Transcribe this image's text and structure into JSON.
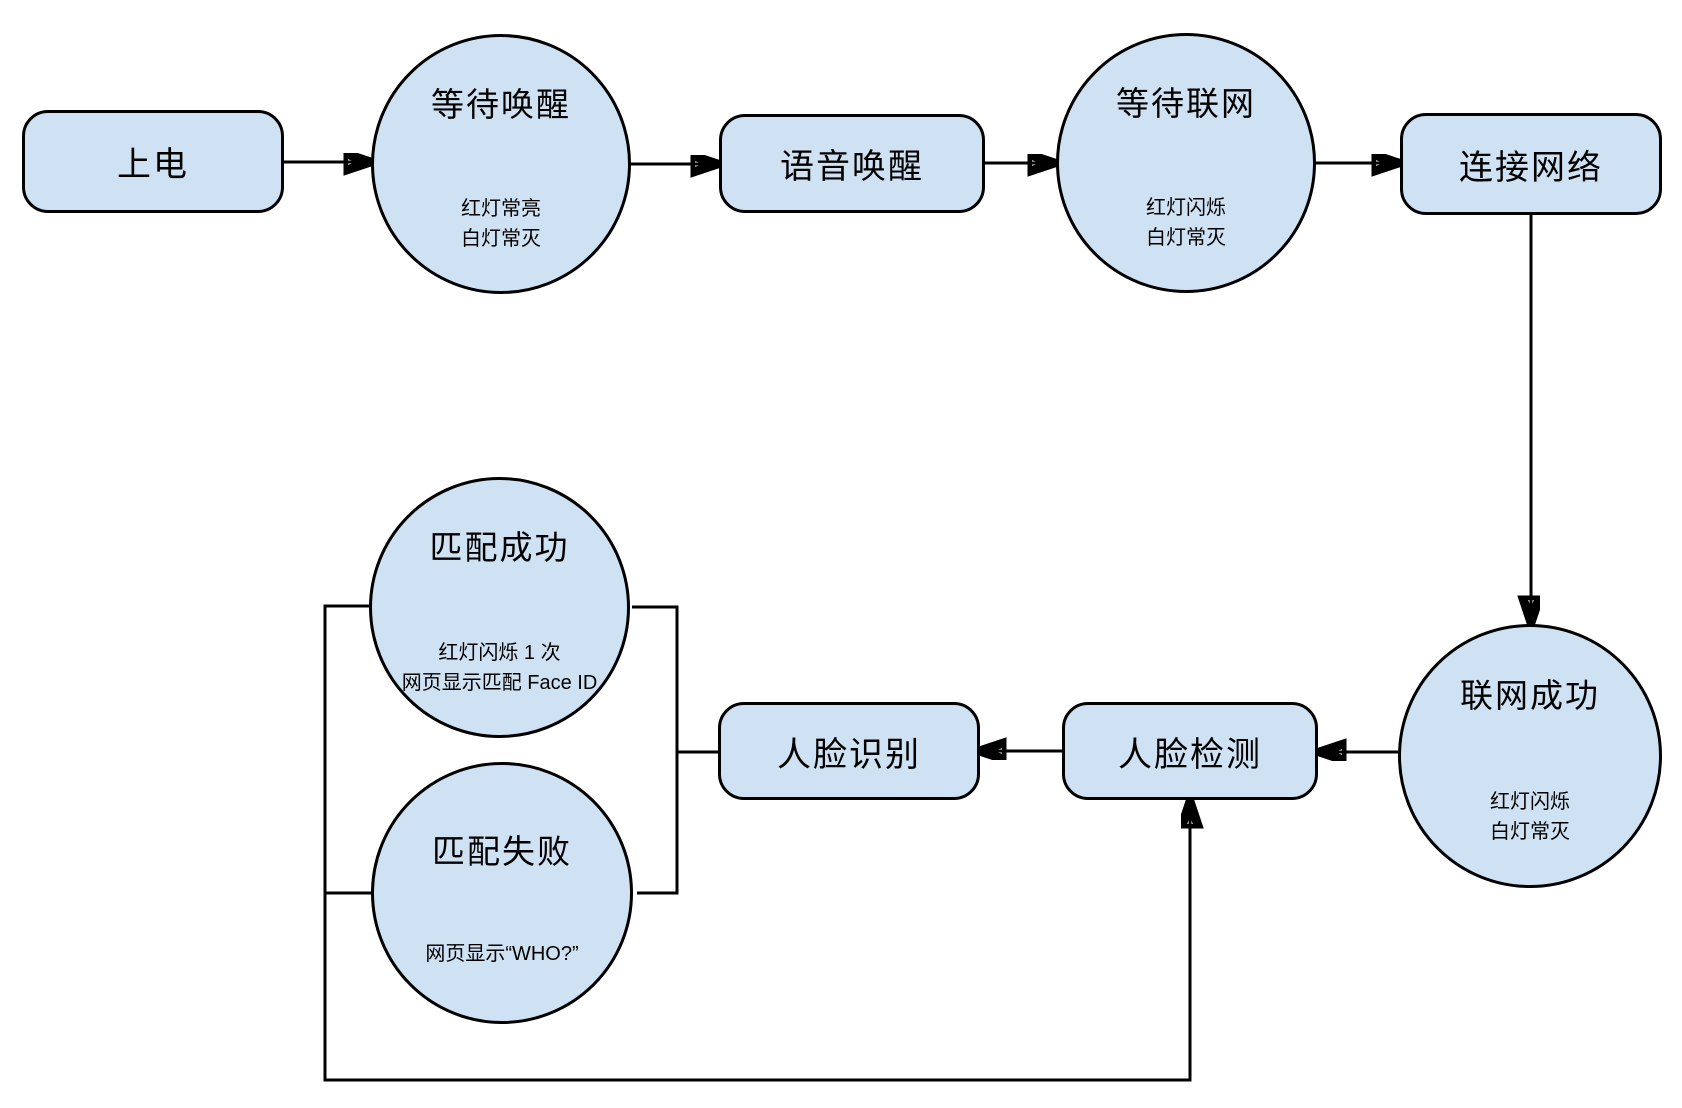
{
  "diagram": {
    "background_color": "#ffffff",
    "node_fill_color": "#cfe2f3",
    "node_stroke_color": "#000000",
    "nodes": {
      "power": {
        "label": "上电"
      },
      "wait_wake": {
        "title": "等待唤醒",
        "note_line1": "红灯常亮",
        "note_line2": "白灯常灭"
      },
      "voice_wake": {
        "label": "语音唤醒"
      },
      "wait_net": {
        "title": "等待联网",
        "note_line1": "红灯闪烁",
        "note_line2": "白灯常灭"
      },
      "connect_net": {
        "label": "连接网络"
      },
      "net_ok": {
        "title": "联网成功",
        "note_line1": "红灯闪烁",
        "note_line2": "白灯常灭"
      },
      "face_detect": {
        "label": "人脸检测"
      },
      "face_recog": {
        "label": "人脸识别"
      },
      "match_ok": {
        "title": "匹配成功",
        "note_line1": "红灯闪烁 1 次",
        "note_line2": "网页显示匹配 Face ID"
      },
      "match_fail": {
        "title": "匹配失败",
        "note_line1": "网页显示“WHO?”"
      }
    },
    "edges": [
      {
        "from": "power",
        "to": "wait_wake",
        "arrow": true
      },
      {
        "from": "wait_wake",
        "to": "voice_wake",
        "arrow": true
      },
      {
        "from": "voice_wake",
        "to": "wait_net",
        "arrow": true
      },
      {
        "from": "wait_net",
        "to": "connect_net",
        "arrow": true
      },
      {
        "from": "connect_net",
        "to": "net_ok",
        "arrow": true
      },
      {
        "from": "net_ok",
        "to": "face_detect",
        "arrow": true
      },
      {
        "from": "face_detect",
        "to": "face_recog",
        "arrow": true
      },
      {
        "from": "face_recog",
        "to": "match_ok",
        "arrow": false
      },
      {
        "from": "face_recog",
        "to": "match_fail",
        "arrow": false
      },
      {
        "from": "match_ok",
        "to": "face_detect",
        "arrow": true
      },
      {
        "from": "match_fail",
        "to": "face_detect",
        "arrow": true
      }
    ]
  }
}
